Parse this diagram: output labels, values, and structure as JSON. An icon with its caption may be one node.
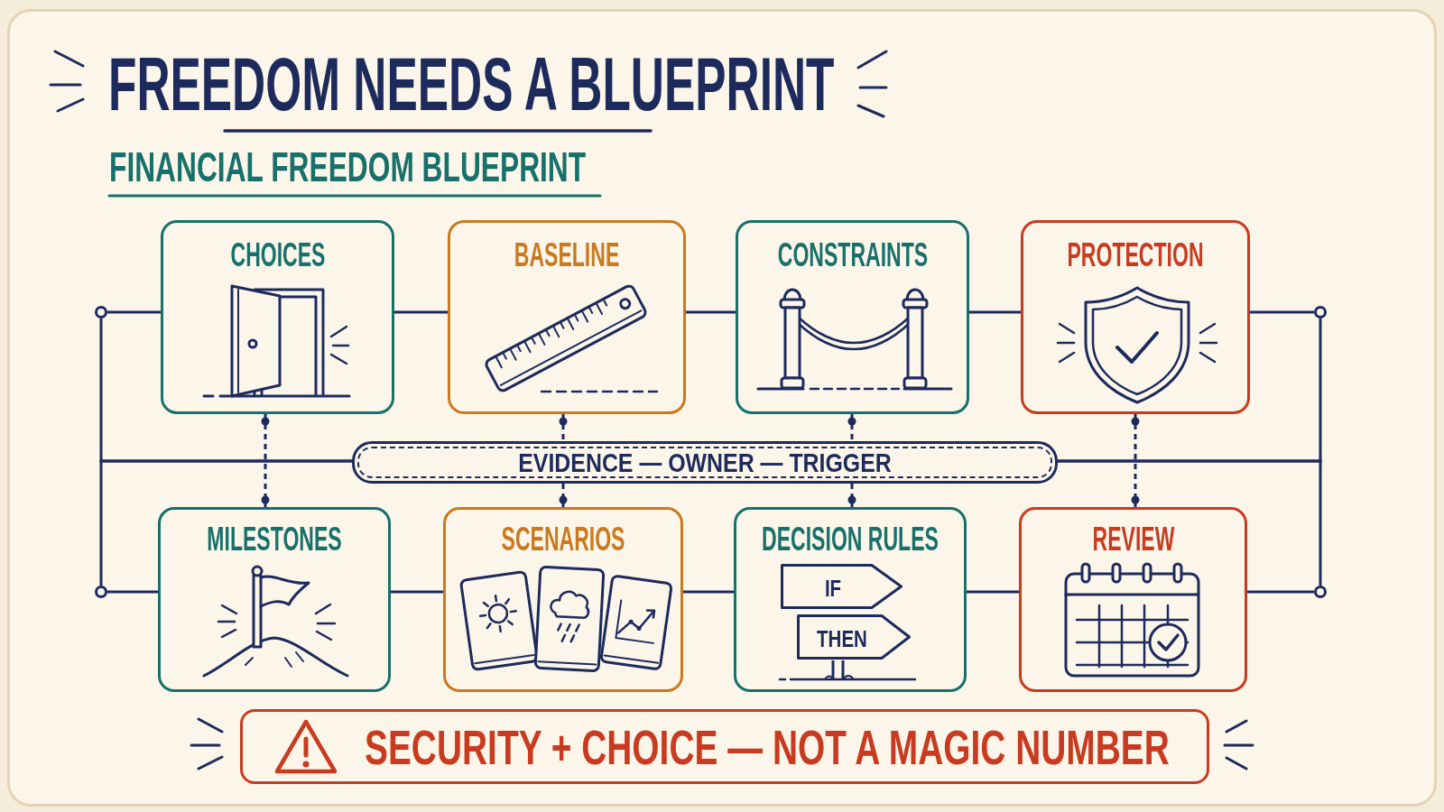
{
  "diagram": {
    "title": "FREEDOM NEEDS A BLUEPRINT",
    "nodes": [
      {
        "text": [],
        "shape": "circle"
      },
      {
        "text": [
          "CHOICES"
        ]
      },
      {
        "text": [
          "BASELINE"
        ]
      },
      {
        "text": [
          "CONSTRAINTS"
        ]
      },
      {
        "text": [
          "PROTECTION"
        ]
      },
      {
        "text": [],
        "shape": "circle"
      },
      {
        "text": [
          "EVIDENCE — OWNER — TRIGGER"
        ]
      },
      {
        "text": [],
        "shape": "circle"
      },
      {
        "text": [
          "MILESTONES"
        ]
      },
      {
        "text": [
          "SCENARIOS"
        ]
      },
      {
        "text": [
          "DECISION RULES"
        ]
      },
      {
        "text": [
          "IF"
        ],
        "in": 10
      },
      {
        "text": [
          "THEN"
        ],
        "in": 10
      },
      {
        "text": [
          "REVIEW"
        ]
      },
      {
        "text": [],
        "shape": "circle"
      },
      {
        "text": [
          "SECURITY + CHOICE — NOT A MAGIC NUMBER"
        ]
      }
    ],
    "edges": [
      {
        "from": 0,
        "to": 1,
        "arrow": "none"
      },
      {
        "from": 1,
        "to": 2,
        "arrow": "none"
      },
      {
        "from": 2,
        "to": 3,
        "arrow": "none"
      },
      {
        "from": 3,
        "to": 4,
        "arrow": "none"
      },
      {
        "from": 4,
        "to": 5,
        "arrow": "none"
      },
      {
        "from": 6,
        "to": 0,
        "arrow": "none"
      },
      {
        "from": 6,
        "to": 7,
        "arrow": "none"
      },
      {
        "from": 6,
        "to": 5,
        "arrow": "none"
      },
      {
        "from": 6,
        "to": 14,
        "arrow": "none"
      },
      {
        "from": 7,
        "to": 8,
        "arrow": "none"
      },
      {
        "from": 8,
        "to": 9,
        "arrow": "none"
      },
      {
        "from": 9,
        "to": 10,
        "arrow": "none"
      },
      {
        "from": 10,
        "to": 13,
        "arrow": "none"
      },
      {
        "from": 13,
        "to": 14,
        "arrow": "none"
      },
      {
        "from": 1,
        "to": 8,
        "arrow": "other",
        "style": "dashed"
      },
      {
        "from": 2,
        "to": 6,
        "arrow": "other",
        "style": "dashed"
      },
      {
        "from": 6,
        "to": 9,
        "arrow": "other",
        "style": "dashed"
      },
      {
        "from": 3,
        "to": 6,
        "arrow": "other",
        "style": "dashed"
      },
      {
        "from": 6,
        "to": 10,
        "arrow": "other",
        "style": "dashed"
      },
      {
        "from": 4,
        "to": 13,
        "arrow": "other",
        "style": "dashed"
      }
    ],
    "labels": [
      "FINANCIAL FREEDOM BLUEPRINT"
    ]
  }
}
